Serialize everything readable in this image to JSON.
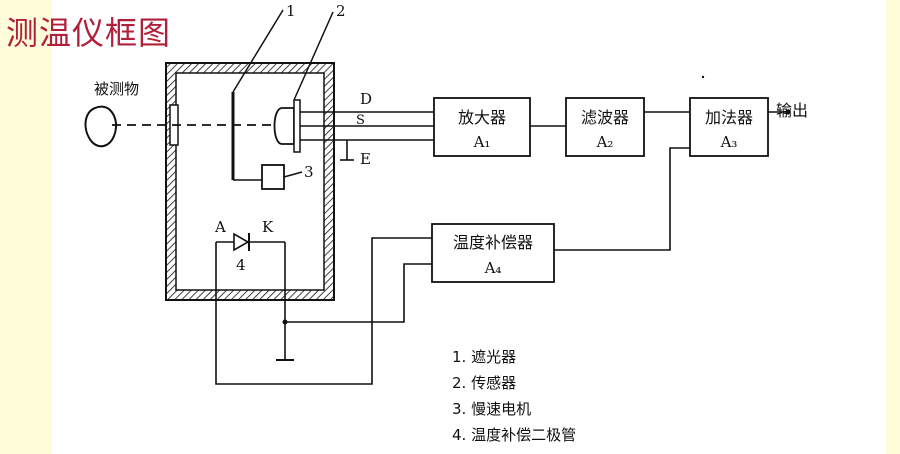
{
  "title": "测温仪框图",
  "labels": {
    "target": "被测物",
    "num1": "1",
    "num2": "2",
    "num3": "3",
    "num4": "4",
    "D": "D",
    "S": "S",
    "E": "E",
    "A": "A",
    "K": "K",
    "output": "输出"
  },
  "blocks": {
    "amplifier": {
      "name": "放大器",
      "sub": "A₁"
    },
    "filter": {
      "name": "滤波器",
      "sub": "A₂"
    },
    "adder": {
      "name": "加法器",
      "sub": "A₃"
    },
    "compensator": {
      "name": "温度补偿器",
      "sub": "A₄"
    }
  },
  "legend": [
    "1. 遮光器",
    "2. 传感器",
    "3. 慢速电机",
    "4. 温度补偿二极管"
  ]
}
